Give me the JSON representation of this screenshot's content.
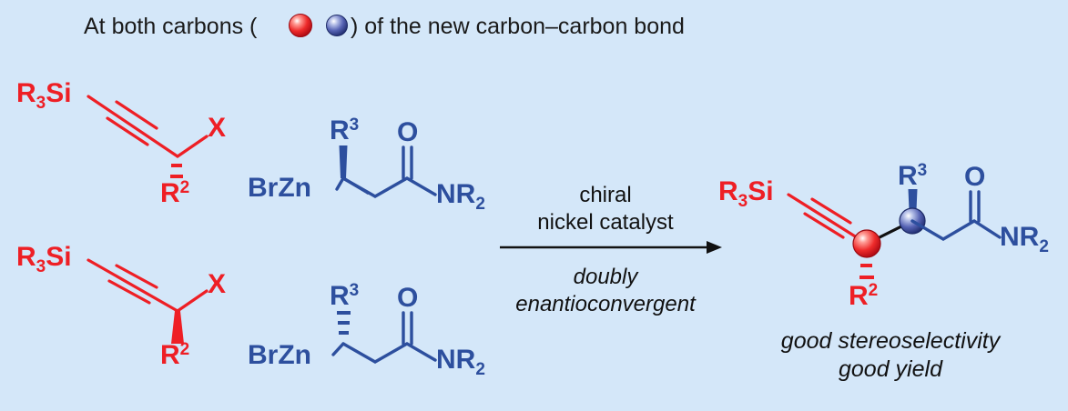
{
  "background_color": "#d4e7f9",
  "colors": {
    "red": "#ee1f25",
    "blue": "#2d4f9e",
    "black": "#111111",
    "sphere_red_light": "#ff8a84",
    "sphere_red_dark": "#c00d18",
    "sphere_blue_light": "#9aa8e0",
    "sphere_blue_dark": "#27357e"
  },
  "header": {
    "text_before": "At both carbons (",
    "text_after": ") of the new carbon–carbon bond",
    "sphere_red": "red-carbon-sphere",
    "sphere_blue": "blue-carbon-sphere"
  },
  "reactants": {
    "propargyl_top": {
      "silyl_label": "R",
      "silyl_sub": "3",
      "silyl_tail": "Si",
      "leaving_group": "X",
      "r2_label": "R",
      "r2_sup": "2",
      "stereo_bond": "hashed",
      "bond_type": "triple"
    },
    "organozinc_top": {
      "zinc_label": "BrZn",
      "r3_label": "R",
      "r3_sup": "3",
      "oxygen_label": "O",
      "amide_label": "NR",
      "amide_sub": "2",
      "stereo_bond": "wedge"
    },
    "propargyl_bottom": {
      "silyl_label": "R",
      "silyl_sub": "3",
      "silyl_tail": "Si",
      "leaving_group": "X",
      "r2_label": "R",
      "r2_sup": "2",
      "stereo_bond": "wedge",
      "bond_type": "triple"
    },
    "organozinc_bottom": {
      "zinc_label": "BrZn",
      "r3_label": "R",
      "r3_sup": "3",
      "oxygen_label": "O",
      "amide_label": "NR",
      "amide_sub": "2",
      "stereo_bond": "hashed"
    }
  },
  "arrow": {
    "above_line1": "chiral",
    "above_line2": "nickel catalyst",
    "below_line1": "doubly",
    "below_line2": "enantioconvergent"
  },
  "product": {
    "silyl_label": "R",
    "silyl_sub": "3",
    "silyl_tail": "Si",
    "r2_label": "R",
    "r2_sup": "2",
    "r3_label": "R",
    "r3_sup": "3",
    "oxygen_label": "O",
    "amide_label": "NR",
    "amide_sub": "2",
    "red_center": "red-carbon-sphere",
    "blue_center": "blue-carbon-sphere",
    "new_bond": "new-carbon-carbon-bond",
    "caption_line1": "good stereoselectivity",
    "caption_line2": "good yield"
  }
}
